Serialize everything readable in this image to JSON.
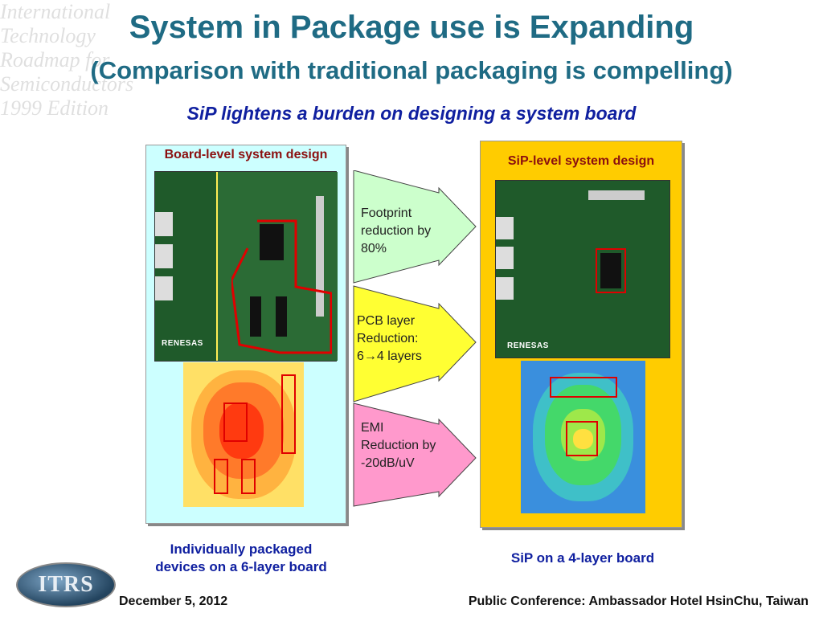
{
  "watermark": {
    "lines": [
      "International",
      "Technology",
      "Roadmap for",
      "Semiconductors",
      "1999 Edition"
    ]
  },
  "title": {
    "main": "System in Package use is Expanding",
    "sub": "(Comparison with traditional packaging is compelling)"
  },
  "subtitle": "SiP lightens a burden on designing a system board",
  "left_panel": {
    "label": "Board-level system design",
    "brand": "RENESAS",
    "caption_line1": "Individually packaged",
    "caption_line2": "devices on a 6-layer board"
  },
  "right_panel": {
    "label": "SiP-level system design",
    "brand": "RENESAS",
    "caption": "SiP on a 4-layer board"
  },
  "arrows": [
    {
      "lines": [
        "Footprint",
        "reduction by",
        "80%"
      ],
      "color": "#ccffcc"
    },
    {
      "lines": [
        "PCB layer",
        "Reduction:",
        "6→4 layers"
      ],
      "color": "#ffff33"
    },
    {
      "lines": [
        "EMI",
        "Reduction by",
        "-20dB/uV"
      ],
      "color": "#ff99cc"
    }
  ],
  "footer": {
    "date": "December 5, 2012",
    "venue": "Public Conference: Ambassador Hotel HsinChu, Taiwan",
    "logo_text": "ITRS"
  }
}
